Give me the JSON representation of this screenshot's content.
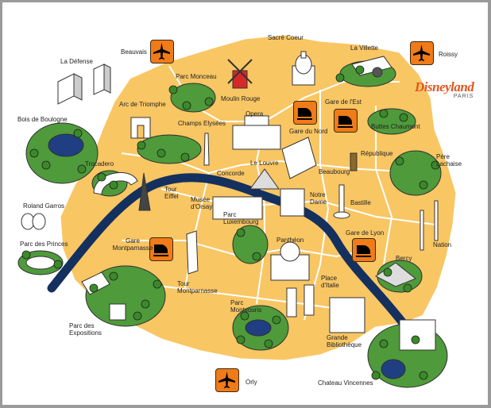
{
  "colors": {
    "city": "#f9c664",
    "city_border": "#ffffff",
    "river": "#14305f",
    "park": "#4f9a3b",
    "tree": "#3b8a2a",
    "water": "#1f3f82",
    "accent_orange": "#f07b18"
  },
  "icons": {
    "airport": "airplane-icon",
    "train": "train-icon"
  },
  "brand": {
    "name": "Disneyland",
    "location": "PARIS"
  },
  "airports": [
    {
      "id": "beauvais",
      "label": "Beauvais"
    },
    {
      "id": "roissy",
      "label": "Roissy"
    },
    {
      "id": "orly",
      "label": "Orly"
    }
  ],
  "stations": [
    {
      "id": "gare-de-lest",
      "label": "Gare de l'Est"
    },
    {
      "id": "gare-du-nord",
      "label": "Gare du Nord"
    },
    {
      "id": "gare-de-lyon",
      "label": "Gare de Lyon"
    },
    {
      "id": "gare-montparnasse",
      "label": "Gare\nMontparnasse"
    }
  ],
  "landmarks": [
    {
      "id": "la-defense",
      "label": "La Défense"
    },
    {
      "id": "parc-monceau",
      "label": "Parc Monceau"
    },
    {
      "id": "sacre-coeur",
      "label": "Sacré Coeur"
    },
    {
      "id": "la-villette",
      "label": "La Villette"
    },
    {
      "id": "moulin-rouge",
      "label": "Moulin Rouge"
    },
    {
      "id": "arc-de-triomphe",
      "label": "Arc de Triomphe"
    },
    {
      "id": "bois-de-boulogne",
      "label": "Bois de Boulogne"
    },
    {
      "id": "opera",
      "label": "Opera"
    },
    {
      "id": "champs-elysees",
      "label": "Champs Elysées"
    },
    {
      "id": "buttes-chaumont",
      "label": "Buttes Chaumont"
    },
    {
      "id": "republique",
      "label": "République"
    },
    {
      "id": "pere-lachaise",
      "label": "Père\nLachaise"
    },
    {
      "id": "trocadero",
      "label": "Trocadero"
    },
    {
      "id": "le-louvre",
      "label": "Le Louvre"
    },
    {
      "id": "concorde",
      "label": "Concorde"
    },
    {
      "id": "beaubourg",
      "label": "Beaubourg"
    },
    {
      "id": "tour-eiffel",
      "label": "Tour\nEiffel"
    },
    {
      "id": "musee-dorsay",
      "label": "Musée\nd'Orsay"
    },
    {
      "id": "notre-dame",
      "label": "Notre\nDame"
    },
    {
      "id": "bastille",
      "label": "Bastille"
    },
    {
      "id": "roland-garros",
      "label": "Roland Garros"
    },
    {
      "id": "parc-des-princes",
      "label": "Parc des Princes"
    },
    {
      "id": "parc-luxembourg",
      "label": "Parc\nLuxembourg"
    },
    {
      "id": "pantheon",
      "label": "Panthéon"
    },
    {
      "id": "nation",
      "label": "Nation"
    },
    {
      "id": "tour-montparnasse",
      "label": "Tour\nMontparnasse"
    },
    {
      "id": "bercy",
      "label": "Bercy"
    },
    {
      "id": "place-ditalie",
      "label": "Place\nd'Italie"
    },
    {
      "id": "parc-montsouris",
      "label": "Parc\nMontsouris"
    },
    {
      "id": "parc-des-expositions",
      "label": "Parc des\nExpositions"
    },
    {
      "id": "grande-bibliotheque",
      "label": "Grande\nBibliothèque"
    },
    {
      "id": "chateau-vincennes",
      "label": "Chateau Vincennes"
    }
  ]
}
